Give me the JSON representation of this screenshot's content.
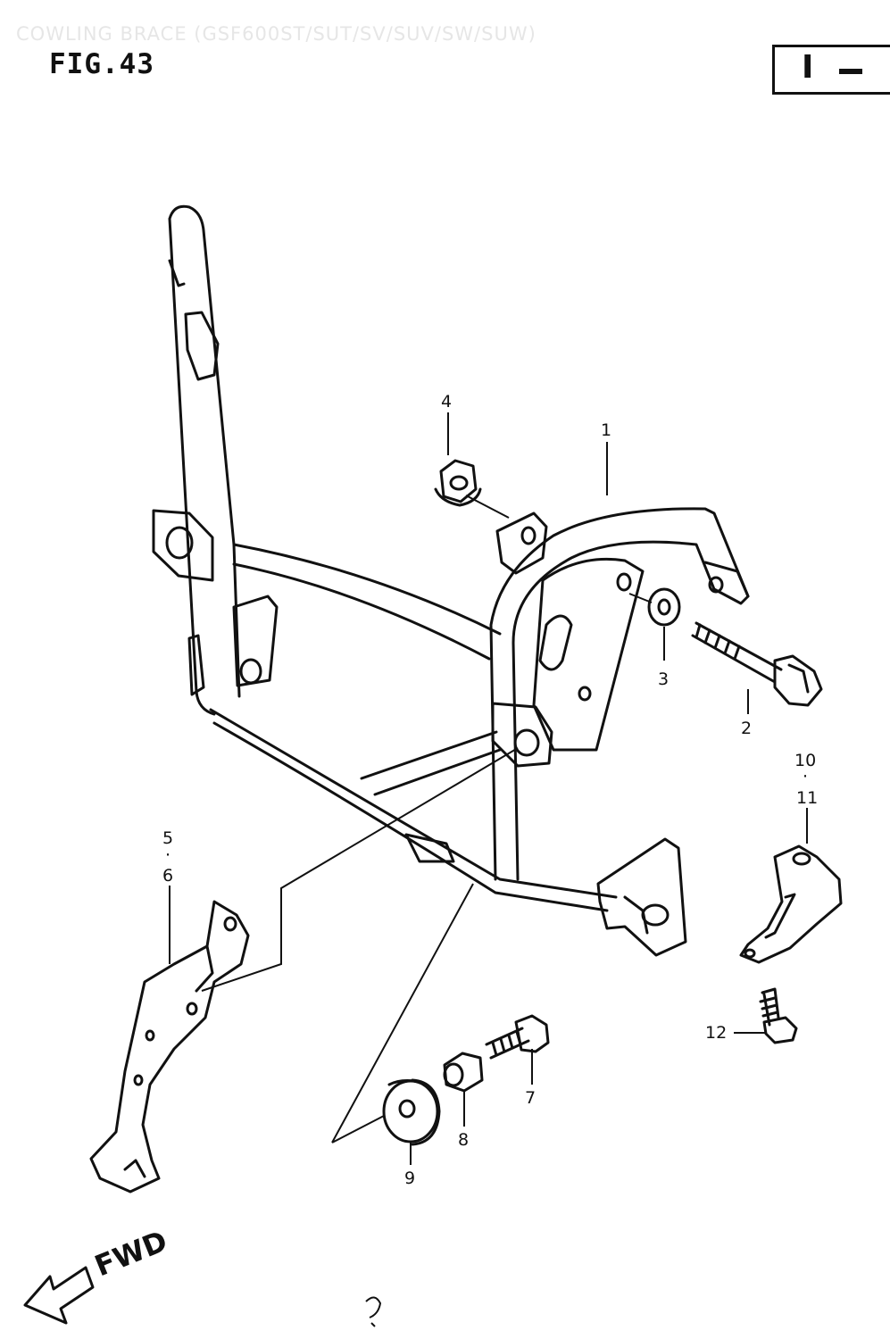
{
  "header": {
    "faint_title": "COWLING BRACE (GSF600ST/SUT/SV/SUV/SW/SUW)",
    "figure_label": "FIG.43",
    "section_label": "I"
  },
  "fwd_label": "FWD",
  "callouts": [
    {
      "id": "1",
      "label": "1"
    },
    {
      "id": "2",
      "label": "2"
    },
    {
      "id": "3",
      "label": "3"
    },
    {
      "id": "4",
      "label": "4"
    },
    {
      "id": "5-6",
      "label": "5",
      "label2": "6"
    },
    {
      "id": "7",
      "label": "7"
    },
    {
      "id": "8",
      "label": "8"
    },
    {
      "id": "9",
      "label": "9"
    },
    {
      "id": "10-11",
      "label": "10",
      "label2": "11"
    },
    {
      "id": "12",
      "label": "12"
    }
  ]
}
